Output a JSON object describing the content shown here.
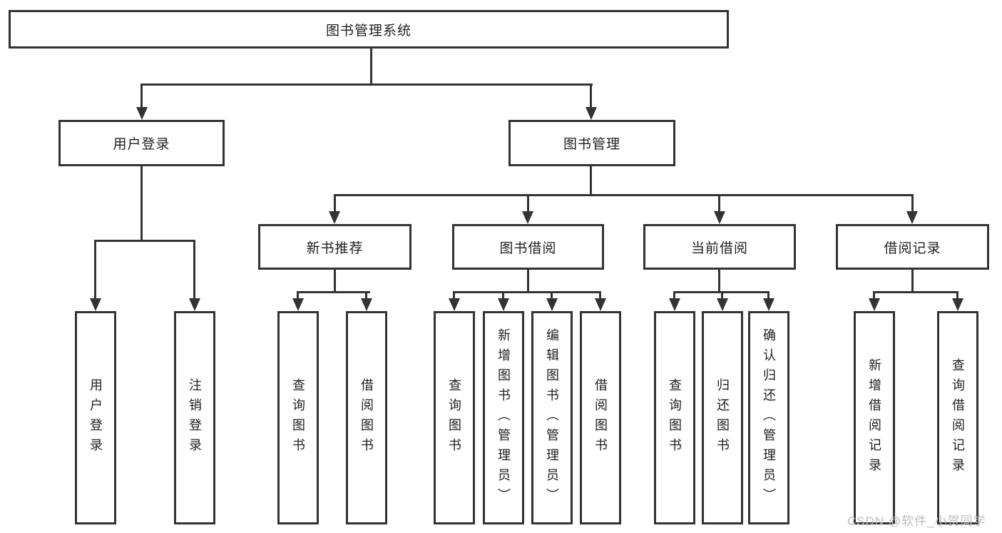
{
  "diagram_type": "functional-structure-tree",
  "nodes": {
    "root": {
      "label": "图书管理系统"
    },
    "branches": [
      {
        "label": "用户登录",
        "children": [
          {
            "label": "用户登录"
          },
          {
            "label": "注销登录"
          }
        ]
      },
      {
        "label": "图书管理",
        "children": [
          {
            "label": "新书推荐",
            "children": [
              {
                "label": "查询图书"
              },
              {
                "label": "借阅图书"
              }
            ]
          },
          {
            "label": "图书借阅",
            "children": [
              {
                "label": "查询图书"
              },
              {
                "label": "新增图书（管理员）"
              },
              {
                "label": "编辑图书（管理员）"
              },
              {
                "label": "借阅图书"
              }
            ]
          },
          {
            "label": "当前借阅",
            "children": [
              {
                "label": "查询图书"
              },
              {
                "label": "归还图书"
              },
              {
                "label": "确认归还（管理员）"
              }
            ]
          },
          {
            "label": "借阅记录",
            "children": [
              {
                "label": "新增借阅记录"
              },
              {
                "label": "查询借阅记录"
              }
            ]
          }
        ]
      }
    ]
  },
  "watermark": "CSDN @软件_小贺同学",
  "colors": {
    "line": "#333333",
    "text": "#1f1f1f",
    "watermark": "#bdbdbd",
    "background": "#ffffff"
  }
}
